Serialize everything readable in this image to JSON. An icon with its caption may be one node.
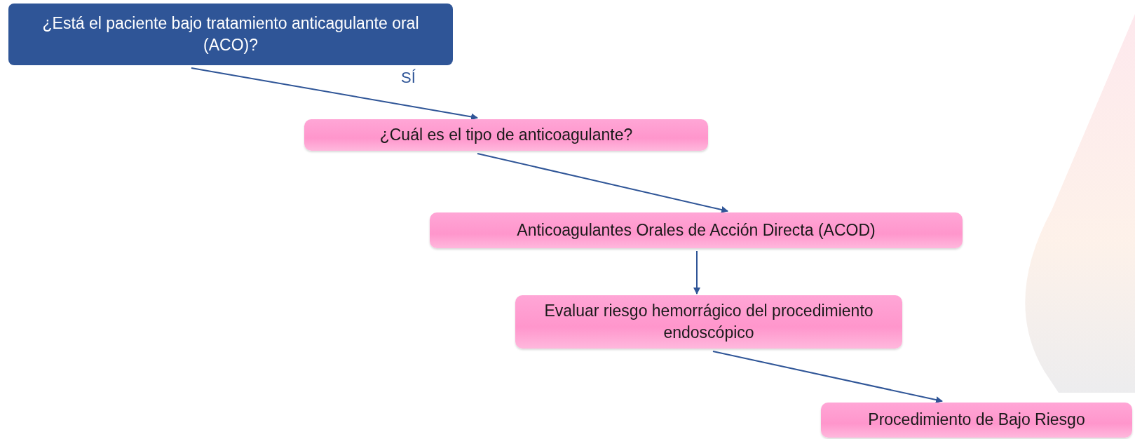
{
  "diagram": {
    "nodes": [
      {
        "text": [
          "¿Está el paciente bajo tratamiento anticagulante oral (ACO)?"
        ]
      },
      {
        "text": [
          "¿Cuál es el tipo de anticoagulante?"
        ]
      },
      {
        "text": [
          "Anticoagulantes Orales de Acción Directa (ACOD)"
        ]
      },
      {
        "text": [
          "Evaluar riesgo hemorrágico del procedimiento endoscópico"
        ]
      },
      {
        "text": [
          "Procedimiento de Bajo Riesgo"
        ]
      }
    ],
    "edges": [
      {
        "from": 0,
        "to": 1,
        "arrow": "to",
        "label": "SÍ"
      },
      {
        "from": 1,
        "to": 2,
        "arrow": "to"
      },
      {
        "from": 2,
        "to": 3,
        "arrow": "to"
      },
      {
        "from": 3,
        "to": 4,
        "arrow": "to"
      }
    ]
  }
}
